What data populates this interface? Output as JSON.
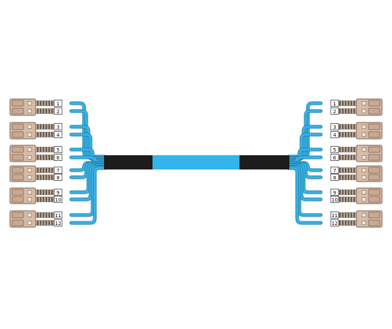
{
  "cable": {
    "jacket_color": "#34b4ea",
    "boot_color": "#1c1c1c",
    "breakout_color": "#3bb3e6",
    "breakout_outline": "#1f7ea8",
    "connector_body": "#d7bba4",
    "connector_outline": "#7b6658",
    "label_background": "#ffffff"
  },
  "left_end": {
    "fiber_labels": [
      "1",
      "2",
      "3",
      "4",
      "5",
      "6",
      "7",
      "8",
      "9",
      "10",
      "11",
      "12"
    ]
  },
  "right_end": {
    "fiber_labels": [
      "1",
      "2",
      "3",
      "4",
      "5",
      "6",
      "7",
      "8",
      "9",
      "10",
      "11",
      "12"
    ]
  }
}
